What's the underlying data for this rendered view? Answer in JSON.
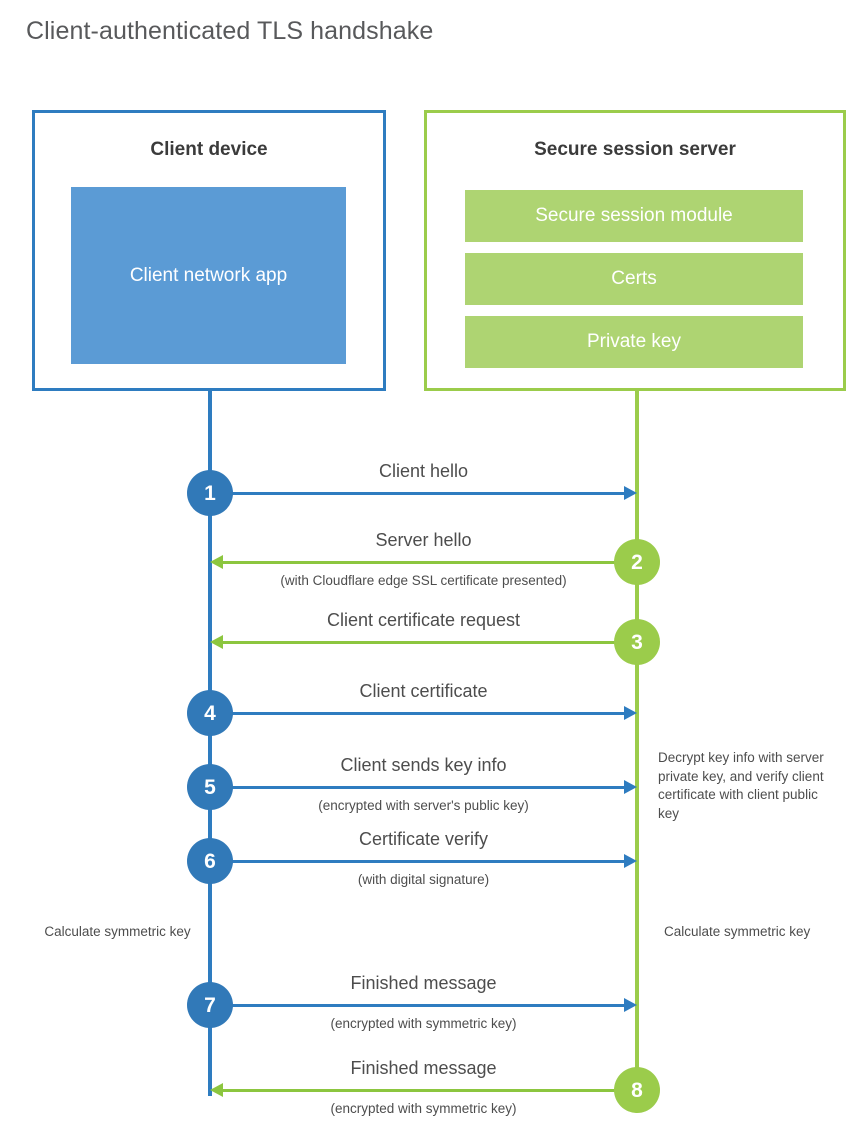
{
  "title": "Client-authenticated TLS handshake",
  "colors": {
    "client_blue": "#2e7cc0",
    "client_app_blue": "#5b9bd5",
    "badge_blue": "#3179b8",
    "server_green": "#9bcc4b",
    "server_block_green": "#aed472",
    "arrow_green": "#8cc63f",
    "text_gray": "#4d4d4d",
    "title_gray": "#58595b"
  },
  "client": {
    "title": "Client device",
    "app_label": "Client network app"
  },
  "server": {
    "title": "Secure session server",
    "blocks": [
      "Secure session module",
      "Certs",
      "Private key"
    ]
  },
  "steps": [
    {
      "number": "1",
      "label": "Client hello",
      "sublabel": "",
      "direction": "right",
      "color": "blue"
    },
    {
      "number": "2",
      "label": "Server hello",
      "sublabel": "(with Cloudflare edge SSL certificate presented)",
      "direction": "left",
      "color": "green"
    },
    {
      "number": "3",
      "label": "Client certificate request",
      "sublabel": "",
      "direction": "left",
      "color": "green"
    },
    {
      "number": "4",
      "label": "Client certificate",
      "sublabel": "",
      "direction": "right",
      "color": "blue"
    },
    {
      "number": "5",
      "label": "Client sends key info",
      "sublabel": "(encrypted with server's public key)",
      "direction": "right",
      "color": "blue"
    },
    {
      "number": "6",
      "label": "Certificate verify",
      "sublabel": "(with digital signature)",
      "direction": "right",
      "color": "blue"
    },
    {
      "number": "7",
      "label": "Finished message",
      "sublabel": "(encrypted with symmetric key)",
      "direction": "right",
      "color": "blue"
    },
    {
      "number": "8",
      "label": "Finished message",
      "sublabel": "(encrypted with symmetric key)",
      "direction": "left",
      "color": "green"
    }
  ],
  "notes": {
    "decrypt": "Decrypt key info with server private key, and verify client certificate with client public key",
    "client_calculate": "Calculate symmetric key",
    "server_calculate": "Calculate symmetric key"
  }
}
